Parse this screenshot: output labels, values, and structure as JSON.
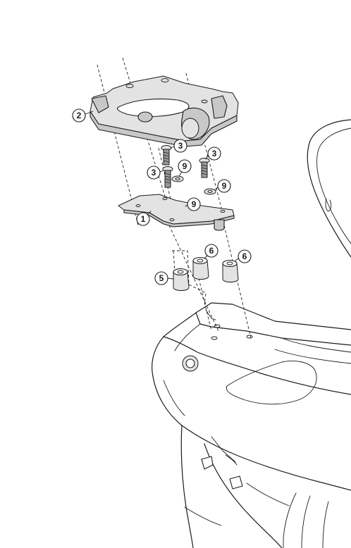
{
  "callouts": [
    {
      "id": "c2",
      "label": "2"
    },
    {
      "id": "c3a",
      "label": "3"
    },
    {
      "id": "c3b",
      "label": "3"
    },
    {
      "id": "c3c",
      "label": "3"
    },
    {
      "id": "c9a",
      "label": "9"
    },
    {
      "id": "c9b",
      "label": "9"
    },
    {
      "id": "c9c",
      "label": "9"
    },
    {
      "id": "c1",
      "label": "1"
    },
    {
      "id": "c6a",
      "label": "6"
    },
    {
      "id": "c6b",
      "label": "6"
    },
    {
      "id": "c5",
      "label": "5"
    }
  ],
  "colors": {
    "background": "#ffffff",
    "line": "#1c1c1c",
    "part_fill": "#c8c8c8",
    "callout_fill": "#ffffff"
  },
  "icons": [
    "top-rack-plate",
    "adapter-plate",
    "bolt",
    "washer",
    "spacer",
    "scooter-rear-body",
    "top-case-outline"
  ]
}
